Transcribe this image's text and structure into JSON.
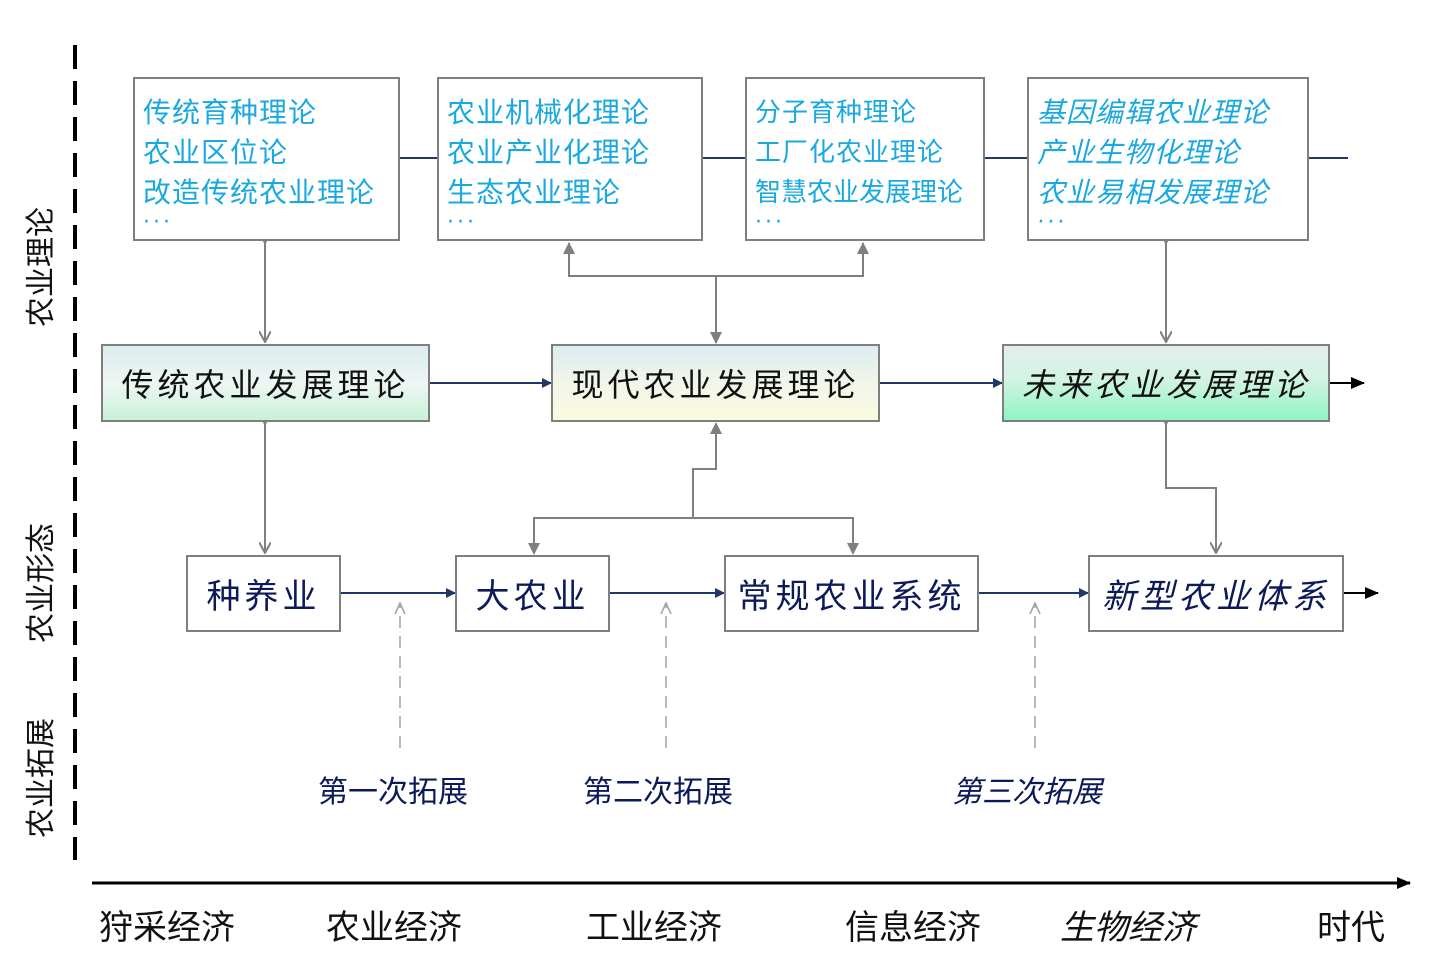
{
  "side_labels": {
    "theory": "农业理论",
    "form": "农业形态",
    "extension": "农业拓展"
  },
  "theory_boxes": [
    {
      "lines": [
        "传统育种理论",
        "农业区位论",
        "改造传统农业理论"
      ],
      "ellipsis": "···",
      "italic": false
    },
    {
      "lines": [
        "农业机械化理论",
        "农业产业化理论",
        "生态农业理论"
      ],
      "ellipsis": "···",
      "italic": false
    },
    {
      "lines": [
        "分子育种理论",
        "工厂化农业理论",
        "智慧农业发展理论"
      ],
      "ellipsis": "···",
      "italic": false
    },
    {
      "lines": [
        "基因编辑农业理论",
        "产业生物化理论",
        "农业易相发展理论"
      ],
      "ellipsis": "···",
      "italic": true
    }
  ],
  "development_theories": [
    {
      "label": "传统农业发展理论",
      "italic": false
    },
    {
      "label": "现代农业发展理论",
      "italic": false
    },
    {
      "label": "未来农业发展理论",
      "italic": true
    }
  ],
  "agriculture_forms": [
    {
      "label": "种养业",
      "italic": false
    },
    {
      "label": "大农业",
      "italic": false
    },
    {
      "label": "常规农业系统",
      "italic": false
    },
    {
      "label": "新型农业体系",
      "italic": true
    }
  ],
  "extensions": [
    {
      "label": "第一次拓展",
      "italic": false
    },
    {
      "label": "第二次拓展",
      "italic": false
    },
    {
      "label": "第三次拓展",
      "italic": true
    }
  ],
  "timeline": {
    "eras": [
      {
        "label": "狩采经济",
        "italic": false
      },
      {
        "label": "农业经济",
        "italic": false
      },
      {
        "label": "工业经济",
        "italic": false
      },
      {
        "label": "信息经济",
        "italic": false
      },
      {
        "label": "生物经济",
        "italic": true
      }
    ],
    "axis_label": "时代"
  },
  "colors": {
    "theory_text": "#19a8e0",
    "form_text": "#0c1a5a",
    "box_border": "#7f7f7f",
    "flow_arrow": "#1f3864",
    "connector": "#7f7f7f",
    "dashed_connector": "#a6a6a6"
  }
}
